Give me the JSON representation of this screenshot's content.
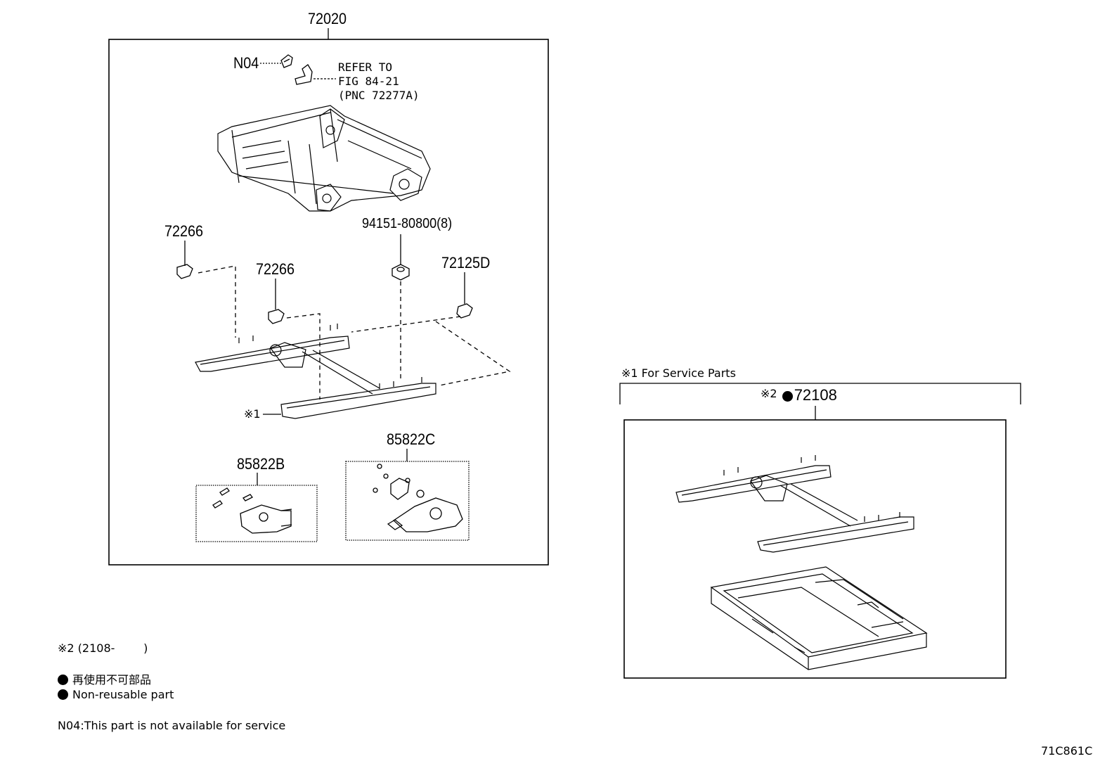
{
  "main_group": {
    "part_number": "72020",
    "n04_label": "N04",
    "refer_note": [
      "REFER TO",
      "FIG 84-21",
      "(PNC 72277A)"
    ],
    "parts": {
      "cover_left": "72266",
      "cover_center": "72266",
      "nut": "94151-80800(8)",
      "cover_right": "72125D",
      "note_mark": "※1",
      "motor_b": "85822B",
      "motor_c": "85822C"
    }
  },
  "service_group": {
    "heading": "※1 For Service Parts",
    "prefix": "※2",
    "part_number": "72108"
  },
  "legend": {
    "date_note": "※2 (2108-        )",
    "non_reusable_jp": "再使用不可部品",
    "non_reusable_en": "Non-reusable part",
    "n04_note": "N04:This part is not available for service"
  },
  "figure_code": "71C861C",
  "colors": {
    "line": "#000000",
    "background": "#ffffff"
  }
}
